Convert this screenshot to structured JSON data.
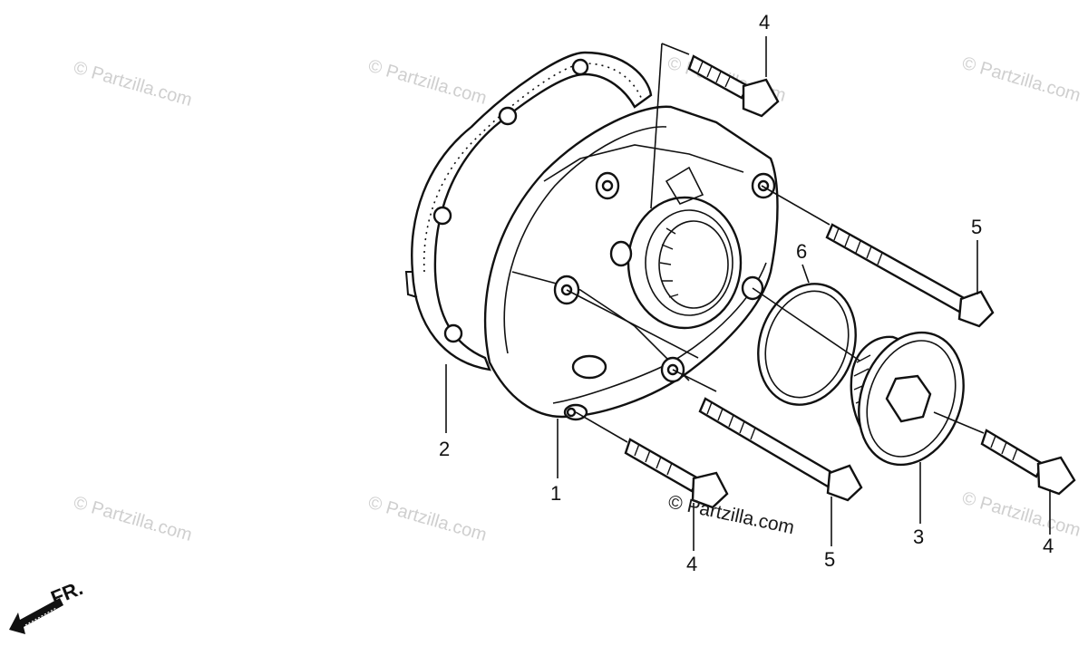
{
  "watermarks": [
    "© Partzilla.com",
    "© Partzilla.com",
    "© Partzilla.com",
    "© Partzilla.com",
    "© Partzilla.com",
    "© Partzilla.com",
    "© Partzilla.com"
  ],
  "center_watermark": "© Partzilla.com",
  "direction_label": "FR.",
  "callouts": {
    "cover": "1",
    "gasket": "2",
    "cap": "3",
    "bolt_top": "4",
    "bolt_bottom_left": "4",
    "bolt_bottom_right": "4",
    "bolt_long_upper": "5",
    "bolt_long_lower": "5",
    "o_ring": "6"
  }
}
